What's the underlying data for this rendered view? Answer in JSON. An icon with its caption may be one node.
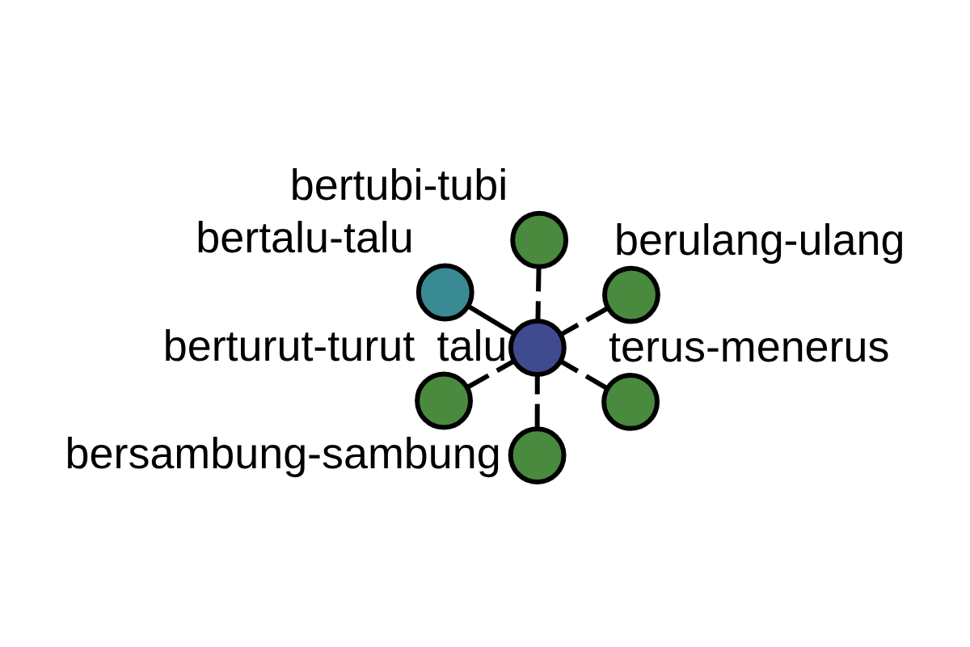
{
  "diagram": {
    "nodes": [
      {
        "text": [],
        "shape": "circle",
        "beside": [
          "talu"
        ]
      },
      {
        "text": [],
        "shape": "circle",
        "beside": [
          "terus-menerus"
        ]
      },
      {
        "text": [],
        "shape": "circle",
        "beside": [
          "bersambung-sambung"
        ]
      },
      {
        "text": [],
        "shape": "circle",
        "beside": [
          "bertalu-talu"
        ]
      },
      {
        "text": [],
        "shape": "circle",
        "beside": [
          "berulang-ulang"
        ]
      },
      {
        "text": [],
        "shape": "circle",
        "beside": [
          "bertubi-tubi"
        ]
      },
      {
        "text": [],
        "shape": "circle",
        "beside": [
          "berturut-turut"
        ]
      }
    ],
    "edges": [
      {
        "from": 1,
        "to": 0,
        "arrow": "none",
        "style": "dashed"
      },
      {
        "from": 2,
        "to": 0,
        "arrow": "none",
        "style": "dashed"
      },
      {
        "from": 3,
        "to": 0,
        "arrow": "none"
      },
      {
        "from": 4,
        "to": 0,
        "arrow": "none",
        "style": "dashed"
      },
      {
        "from": 5,
        "to": 0,
        "arrow": "none",
        "style": "dashed"
      },
      {
        "from": 6,
        "to": 0,
        "arrow": "none",
        "style": "dashed"
      }
    ]
  }
}
